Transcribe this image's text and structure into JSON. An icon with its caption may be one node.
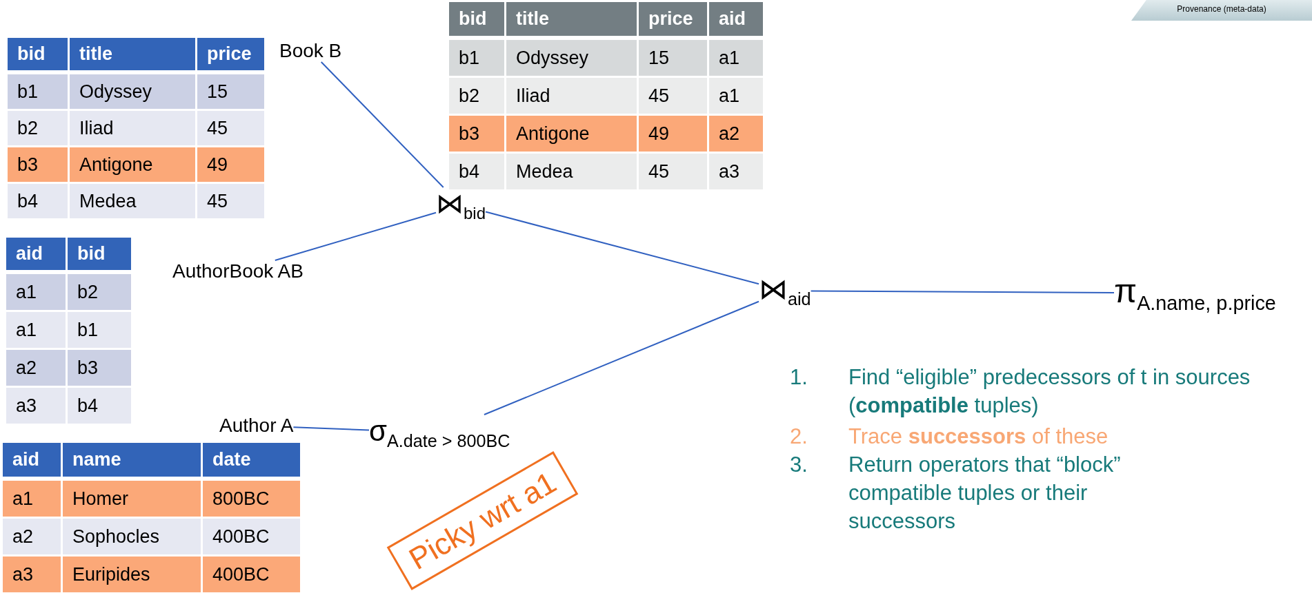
{
  "diagram": {
    "nodes": [
      {
        "text": [
          "Book B"
        ]
      },
      {
        "text": [
          "AuthorBook  AB"
        ]
      },
      {
        "text": [
          "Author  A"
        ]
      },
      {
        "text": [
          "⋈$_{bid}$"
        ]
      },
      {
        "text": [
          "σ$_{A.date > 800BC}$"
        ]
      },
      {
        "text": [
          "⋈$_{aid}$"
        ]
      },
      {
        "text": [
          "π$_{A.name,  p.price}$"
        ]
      },
      {
        "text": [
          "Picky wrt a1"
        ]
      },
      {
        "text": [
          "Provenance (meta-data)"
        ]
      }
    ],
    "edges": [
      {
        "from": 0,
        "to": 3,
        "arrow": "none"
      },
      {
        "from": 1,
        "to": 3,
        "arrow": "none"
      },
      {
        "from": 2,
        "to": 4,
        "arrow": "none"
      },
      {
        "from": 3,
        "to": 5,
        "arrow": "none"
      },
      {
        "from": 4,
        "to": 5,
        "arrow": "none"
      },
      {
        "from": 5,
        "to": 6,
        "arrow": "none"
      }
    ],
    "labels": [
      "bid",
      "title",
      "price",
      "b1",
      "Odyssey",
      "15",
      "b2",
      "Iliad",
      "45",
      "b3",
      "Antigone",
      "49",
      "b4",
      "Medea",
      "45",
      "bid",
      "title",
      "price",
      "aid",
      "b1",
      "Odyssey",
      "15",
      "a1",
      "b2",
      "Iliad",
      "45",
      "a1",
      "b3",
      "Antigone",
      "49",
      "a2",
      "b4",
      "Medea",
      "45",
      "a3",
      "aid",
      "bid",
      "a1",
      "b2",
      "a1",
      "b1",
      "a2",
      "b3",
      "a3",
      "b4",
      "aid",
      "name",
      "date",
      "a1",
      "Homer",
      "800BC",
      "a2",
      "Sophocles",
      "400BC",
      "a3",
      "Euripides",
      "400BC",
      "1.",
      "Find “eligible” predecessors of t in sources (**compatible** tuples)",
      "2.",
      "Trace **successors** of these",
      "3.",
      "Return operators that “block” compatible tuples or their successors"
    ]
  }
}
